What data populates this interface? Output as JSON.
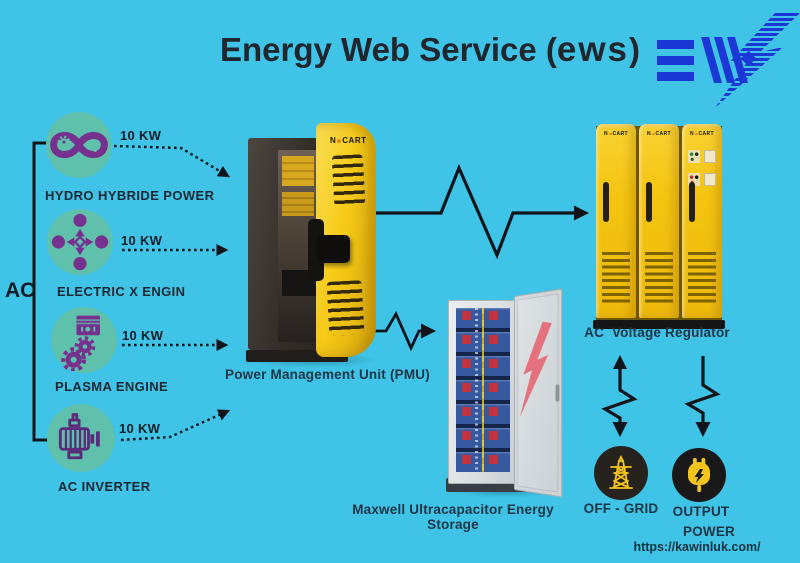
{
  "title": {
    "prefix": "Energy Web Service (",
    "logo_text": "ews",
    "suffix": ")"
  },
  "ac_bus_label": "AC",
  "sources": {
    "items": [
      {
        "label": "HYDRO HYBRIDE POWER",
        "power": "10 KW",
        "icon": "infinity-hydro-icon"
      },
      {
        "label": "ELECTRIC X ENGIN",
        "power": "10 KW",
        "icon": "electric-x-icon"
      },
      {
        "label": "PLASMA ENGINE",
        "power": "10 KW",
        "icon": "piston-gears-icon"
      },
      {
        "label": "AC INVERTER",
        "power": "10 KW",
        "icon": "motor-icon"
      }
    ]
  },
  "pmu": {
    "caption": "Power Management Unit (PMU)",
    "brand_left": "N",
    "brand_right": "CART"
  },
  "regulator": {
    "caption": "AC  Voltage Regulator",
    "brand_left": "N",
    "brand_right": "CART"
  },
  "storage": {
    "caption": "Maxwell Ultracapacitor Energy Storage"
  },
  "off_grid": {
    "caption": "OFF - GRID",
    "icon": "transmission-tower-icon"
  },
  "output_power": {
    "caption_line1": "OUTPUT",
    "caption_line2": "POWER",
    "icon": "power-plug-icon"
  },
  "footer": {
    "url": "https://kawinluk.com/"
  },
  "icons": {
    "header_logo": "ews-lightning-logo"
  },
  "colors": {
    "background": "#3fc4e7",
    "logo_blue": "#1b38d6",
    "circle_teal": "#5fc0ab",
    "icon_purple": "#76318f",
    "cabinet_yellow": "#f4c511",
    "text_dark": "#1c2733"
  }
}
